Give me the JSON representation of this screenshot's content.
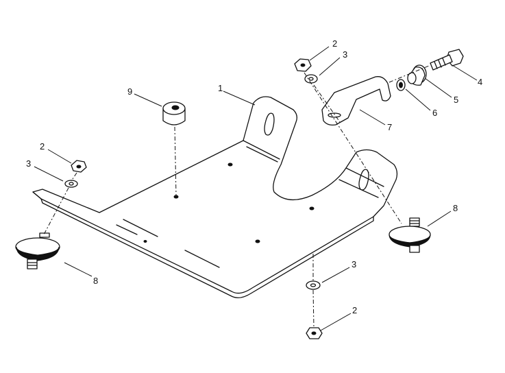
{
  "callouts": [
    {
      "key": "c1",
      "label": "1"
    },
    {
      "key": "c2a",
      "label": "2"
    },
    {
      "key": "c3a",
      "label": "3"
    },
    {
      "key": "c4",
      "label": "4"
    },
    {
      "key": "c5",
      "label": "5"
    },
    {
      "key": "c6",
      "label": "6"
    },
    {
      "key": "c7",
      "label": "7"
    },
    {
      "key": "c8a",
      "label": "8"
    },
    {
      "key": "c9",
      "label": "9"
    },
    {
      "key": "c2b",
      "label": "2"
    },
    {
      "key": "c3b",
      "label": "3"
    },
    {
      "key": "c8b",
      "label": "8"
    },
    {
      "key": "c3c",
      "label": "3"
    },
    {
      "key": "c2c",
      "label": "2"
    }
  ],
  "colors": {
    "ink": "#111111",
    "paper": "#ffffff"
  }
}
